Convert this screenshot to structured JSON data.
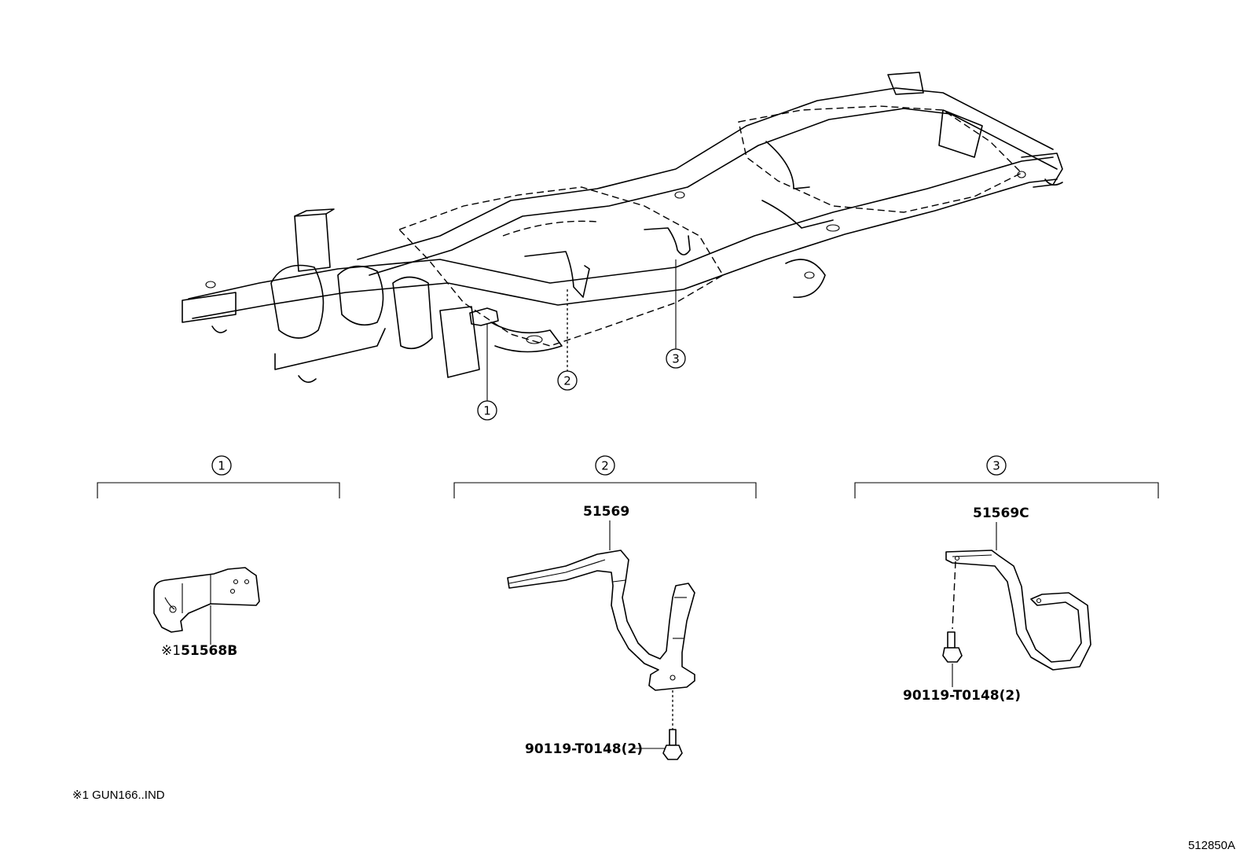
{
  "callouts": {
    "c1": "1",
    "c2": "2",
    "c3": "3"
  },
  "groups": [
    {
      "number": "1"
    },
    {
      "number": "2"
    },
    {
      "number": "3"
    }
  ],
  "parts": {
    "bracket_prefix": "※1",
    "bracket_no": "51568B",
    "band_front_no": "51569",
    "band_front_bolt": "90119-T0148(2)",
    "band_rear_no": "51569C",
    "band_rear_bolt": "90119-T0148(2)"
  },
  "footnote": "※1 GUN166..IND",
  "diagram_code": "512850A"
}
